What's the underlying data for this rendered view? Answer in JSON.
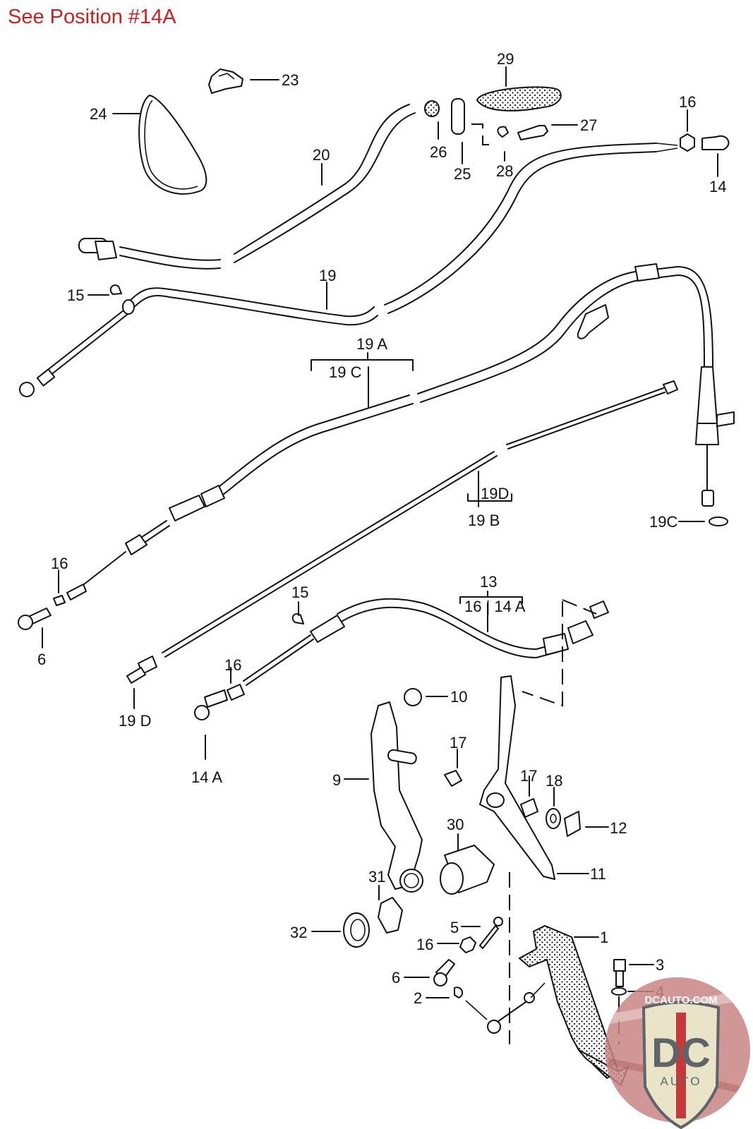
{
  "header": {
    "note": "See Position #14A",
    "color": "#cc1f1f"
  },
  "diagram": {
    "title": "Accelerator pedal / throttle cable assembly exploded view",
    "part_labels": [
      {
        "id": "l1",
        "text": "1"
      },
      {
        "id": "l2",
        "text": "2"
      },
      {
        "id": "l3",
        "text": "3"
      },
      {
        "id": "l4",
        "text": "4"
      },
      {
        "id": "l5",
        "text": "5"
      },
      {
        "id": "l6a",
        "text": "6"
      },
      {
        "id": "l6b",
        "text": "6"
      },
      {
        "id": "l9",
        "text": "9"
      },
      {
        "id": "l10",
        "text": "10"
      },
      {
        "id": "l11",
        "text": "11"
      },
      {
        "id": "l12",
        "text": "12"
      },
      {
        "id": "l13",
        "text": "13"
      },
      {
        "id": "l14",
        "text": "14"
      },
      {
        "id": "l14a",
        "text": "14 A"
      },
      {
        "id": "l15a",
        "text": "15"
      },
      {
        "id": "l15b",
        "text": "15"
      },
      {
        "id": "l16a",
        "text": "16"
      },
      {
        "id": "l16b",
        "text": "16"
      },
      {
        "id": "l16c",
        "text": "16"
      },
      {
        "id": "l16d",
        "text": "16"
      },
      {
        "id": "l17a",
        "text": "17"
      },
      {
        "id": "l17b",
        "text": "17"
      },
      {
        "id": "l18",
        "text": "18"
      },
      {
        "id": "l19",
        "text": "19"
      },
      {
        "id": "l19a",
        "text": "19 A"
      },
      {
        "id": "l19b",
        "text": "19 B"
      },
      {
        "id": "l19c",
        "text": "19 C"
      },
      {
        "id": "l19c2",
        "text": "19C"
      },
      {
        "id": "l19d",
        "text": "19D"
      },
      {
        "id": "l19d2",
        "text": "19 D"
      },
      {
        "id": "l20",
        "text": "20"
      },
      {
        "id": "l23",
        "text": "23"
      },
      {
        "id": "l24",
        "text": "24"
      },
      {
        "id": "l25",
        "text": "25"
      },
      {
        "id": "l26",
        "text": "26"
      },
      {
        "id": "l27",
        "text": "27"
      },
      {
        "id": "l28",
        "text": "28"
      },
      {
        "id": "l29",
        "text": "29"
      },
      {
        "id": "l30",
        "text": "30"
      },
      {
        "id": "l31",
        "text": "31"
      },
      {
        "id": "l32",
        "text": "32"
      },
      {
        "id": "l13sub",
        "text": "16 | 14 A"
      }
    ]
  },
  "watermark": {
    "site": "DCAUTO.COM",
    "logo_main": "DC",
    "logo_sub": "AUTO",
    "bg_color": "#c98484",
    "shield_color": "#e9e3c8",
    "letter_color": "#5f6468",
    "stripe_color": "#c43a3a"
  }
}
